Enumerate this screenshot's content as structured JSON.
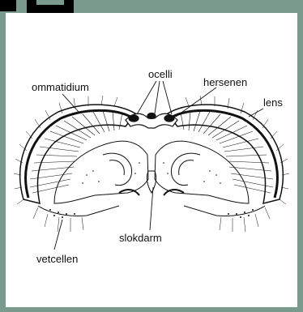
{
  "labels": {
    "ocelli": "ocelli",
    "hersenen": "hersenen",
    "ommatidium": "ommatidium",
    "lens": "lens",
    "slokdarm": "slokdarm",
    "vetcellen": "vetcellen"
  },
  "colors": {
    "frame": "#7a9a8e",
    "background": "#ffffff",
    "ink": "#111111"
  }
}
